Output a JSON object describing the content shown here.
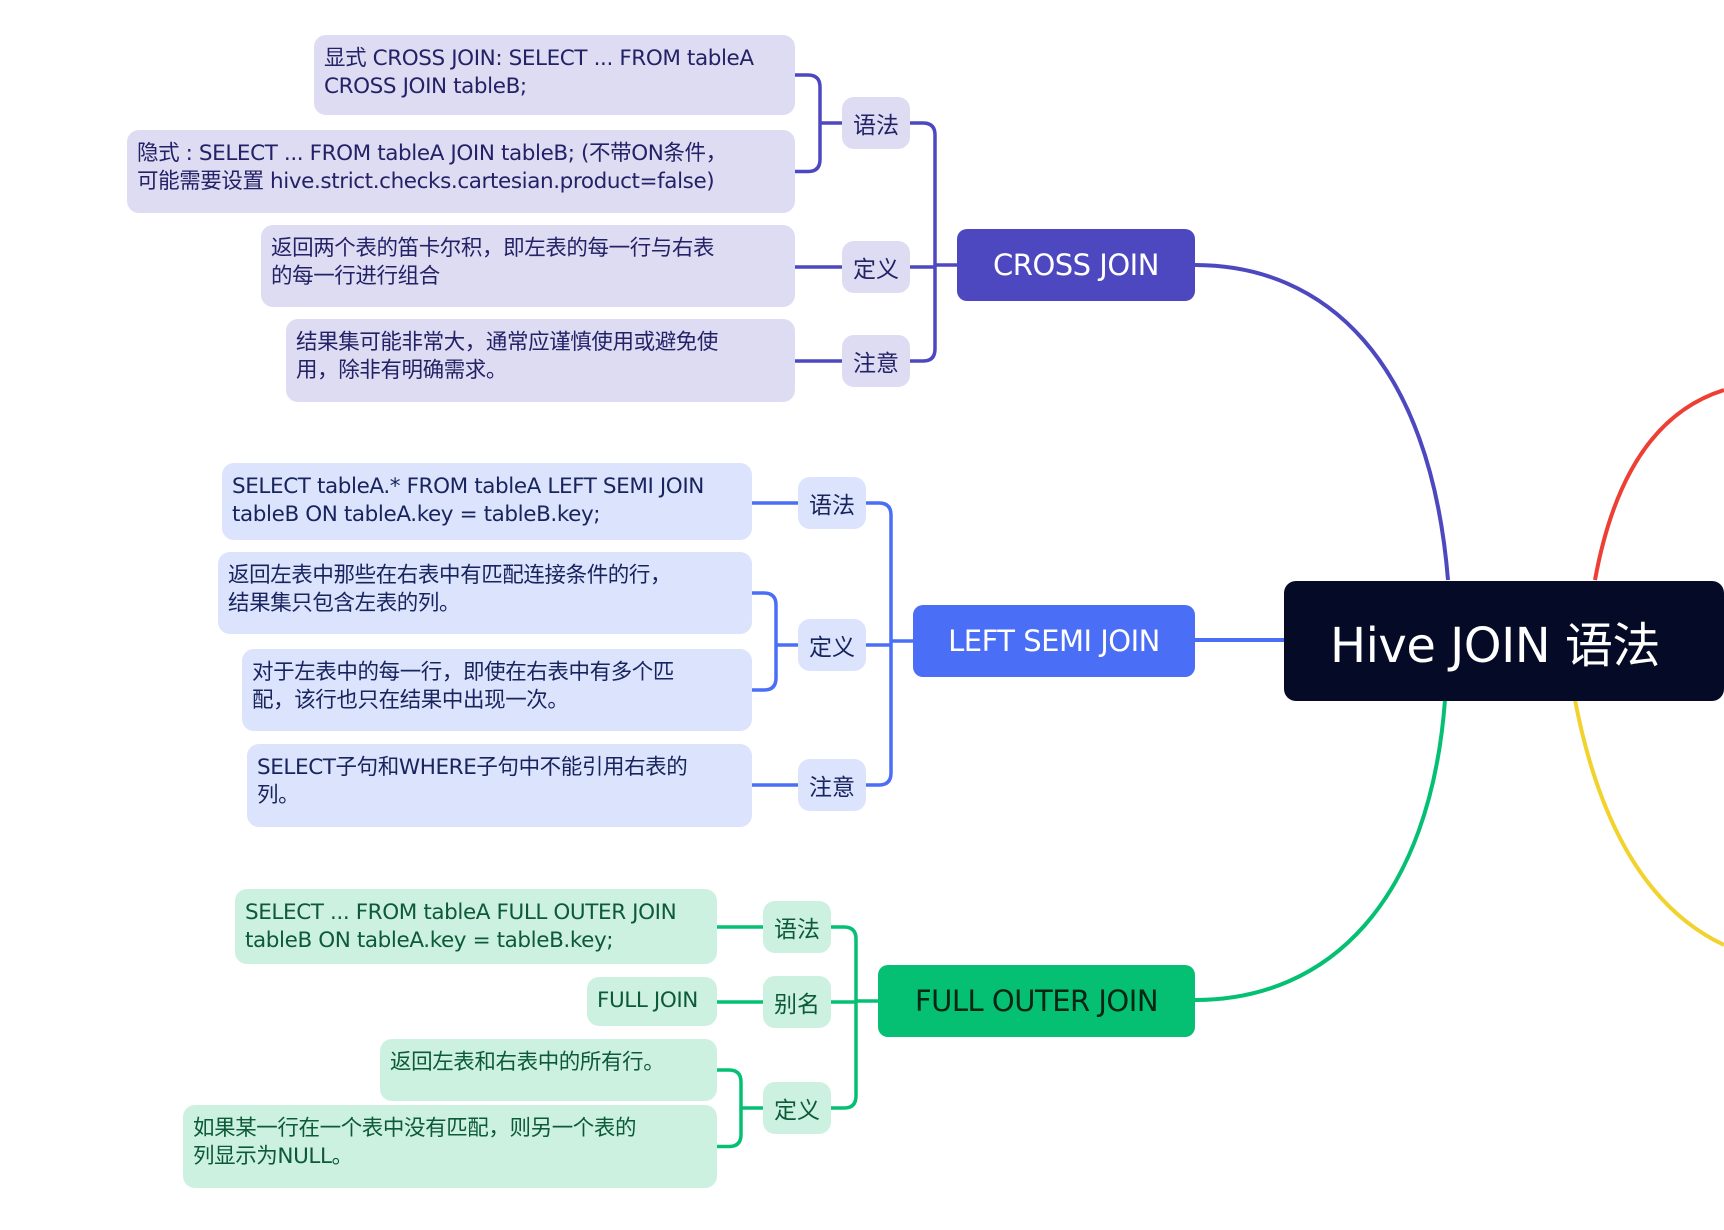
{
  "root": {
    "title": "Hive JOIN 语法"
  },
  "colors": {
    "cross": "#4e48c0",
    "semi": "#4a6ef5",
    "full": "#05c073",
    "offscreen_top": "#ee3f34",
    "offscreen_bottom": "#f2d22c"
  },
  "branches": [
    {
      "title": "CROSS JOIN",
      "topics": [
        {
          "label": "语法",
          "items": [
            "显式 CROSS JOIN: SELECT ... FROM tableA\nCROSS JOIN tableB;",
            "隐式 : SELECT ... FROM tableA JOIN tableB; (不带ON条件，\n可能需要设置 hive.strict.checks.cartesian.product=false)"
          ]
        },
        {
          "label": "定义",
          "items": [
            "返回两个表的笛卡尔积，即左表的每一行与右表\n的每一行进行组合"
          ]
        },
        {
          "label": "注意",
          "items": [
            "结果集可能非常大，通常应谨慎使用或避免使\n用，除非有明确需求。"
          ]
        }
      ]
    },
    {
      "title": "LEFT SEMI JOIN",
      "topics": [
        {
          "label": "语法",
          "items": [
            "SELECT tableA.* FROM tableA LEFT SEMI JOIN\ntableB ON tableA.key = tableB.key;"
          ]
        },
        {
          "label": "定义",
          "items": [
            "返回左表中那些在右表中有匹配连接条件的行，\n结果集只包含左表的列。",
            "对于左表中的每一行，即使在右表中有多个匹\n配，该行也只在结果中出现一次。"
          ]
        },
        {
          "label": "注意",
          "items": [
            "SELECT子句和WHERE子句中不能引用右表的\n列。"
          ]
        }
      ]
    },
    {
      "title": "FULL OUTER JOIN",
      "topics": [
        {
          "label": "语法",
          "items": [
            "SELECT ... FROM tableA FULL OUTER JOIN\ntableB ON tableA.key = tableB.key;"
          ]
        },
        {
          "label": "别名",
          "items": [
            "FULL JOIN"
          ]
        },
        {
          "label": "定义",
          "items": [
            "返回左表和右表中的所有行。",
            "如果某一行在一个表中没有匹配，则另一个表的\n列显示为NULL。"
          ]
        }
      ]
    }
  ]
}
